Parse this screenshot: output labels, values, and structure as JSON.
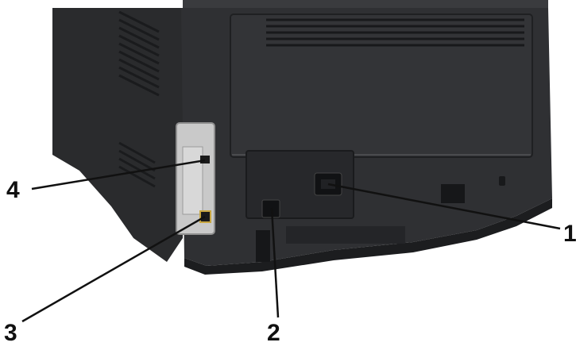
{
  "callouts": {
    "label_1": "1",
    "label_2": "2",
    "label_3": "3",
    "label_4": "4"
  },
  "colors": {
    "printer_body": "#2a2b2d",
    "printer_dark": "#1c1d1f",
    "printer_light": "#3a3b3e",
    "panel_gray": "#c9c9c9",
    "callout_line": "#111111"
  }
}
